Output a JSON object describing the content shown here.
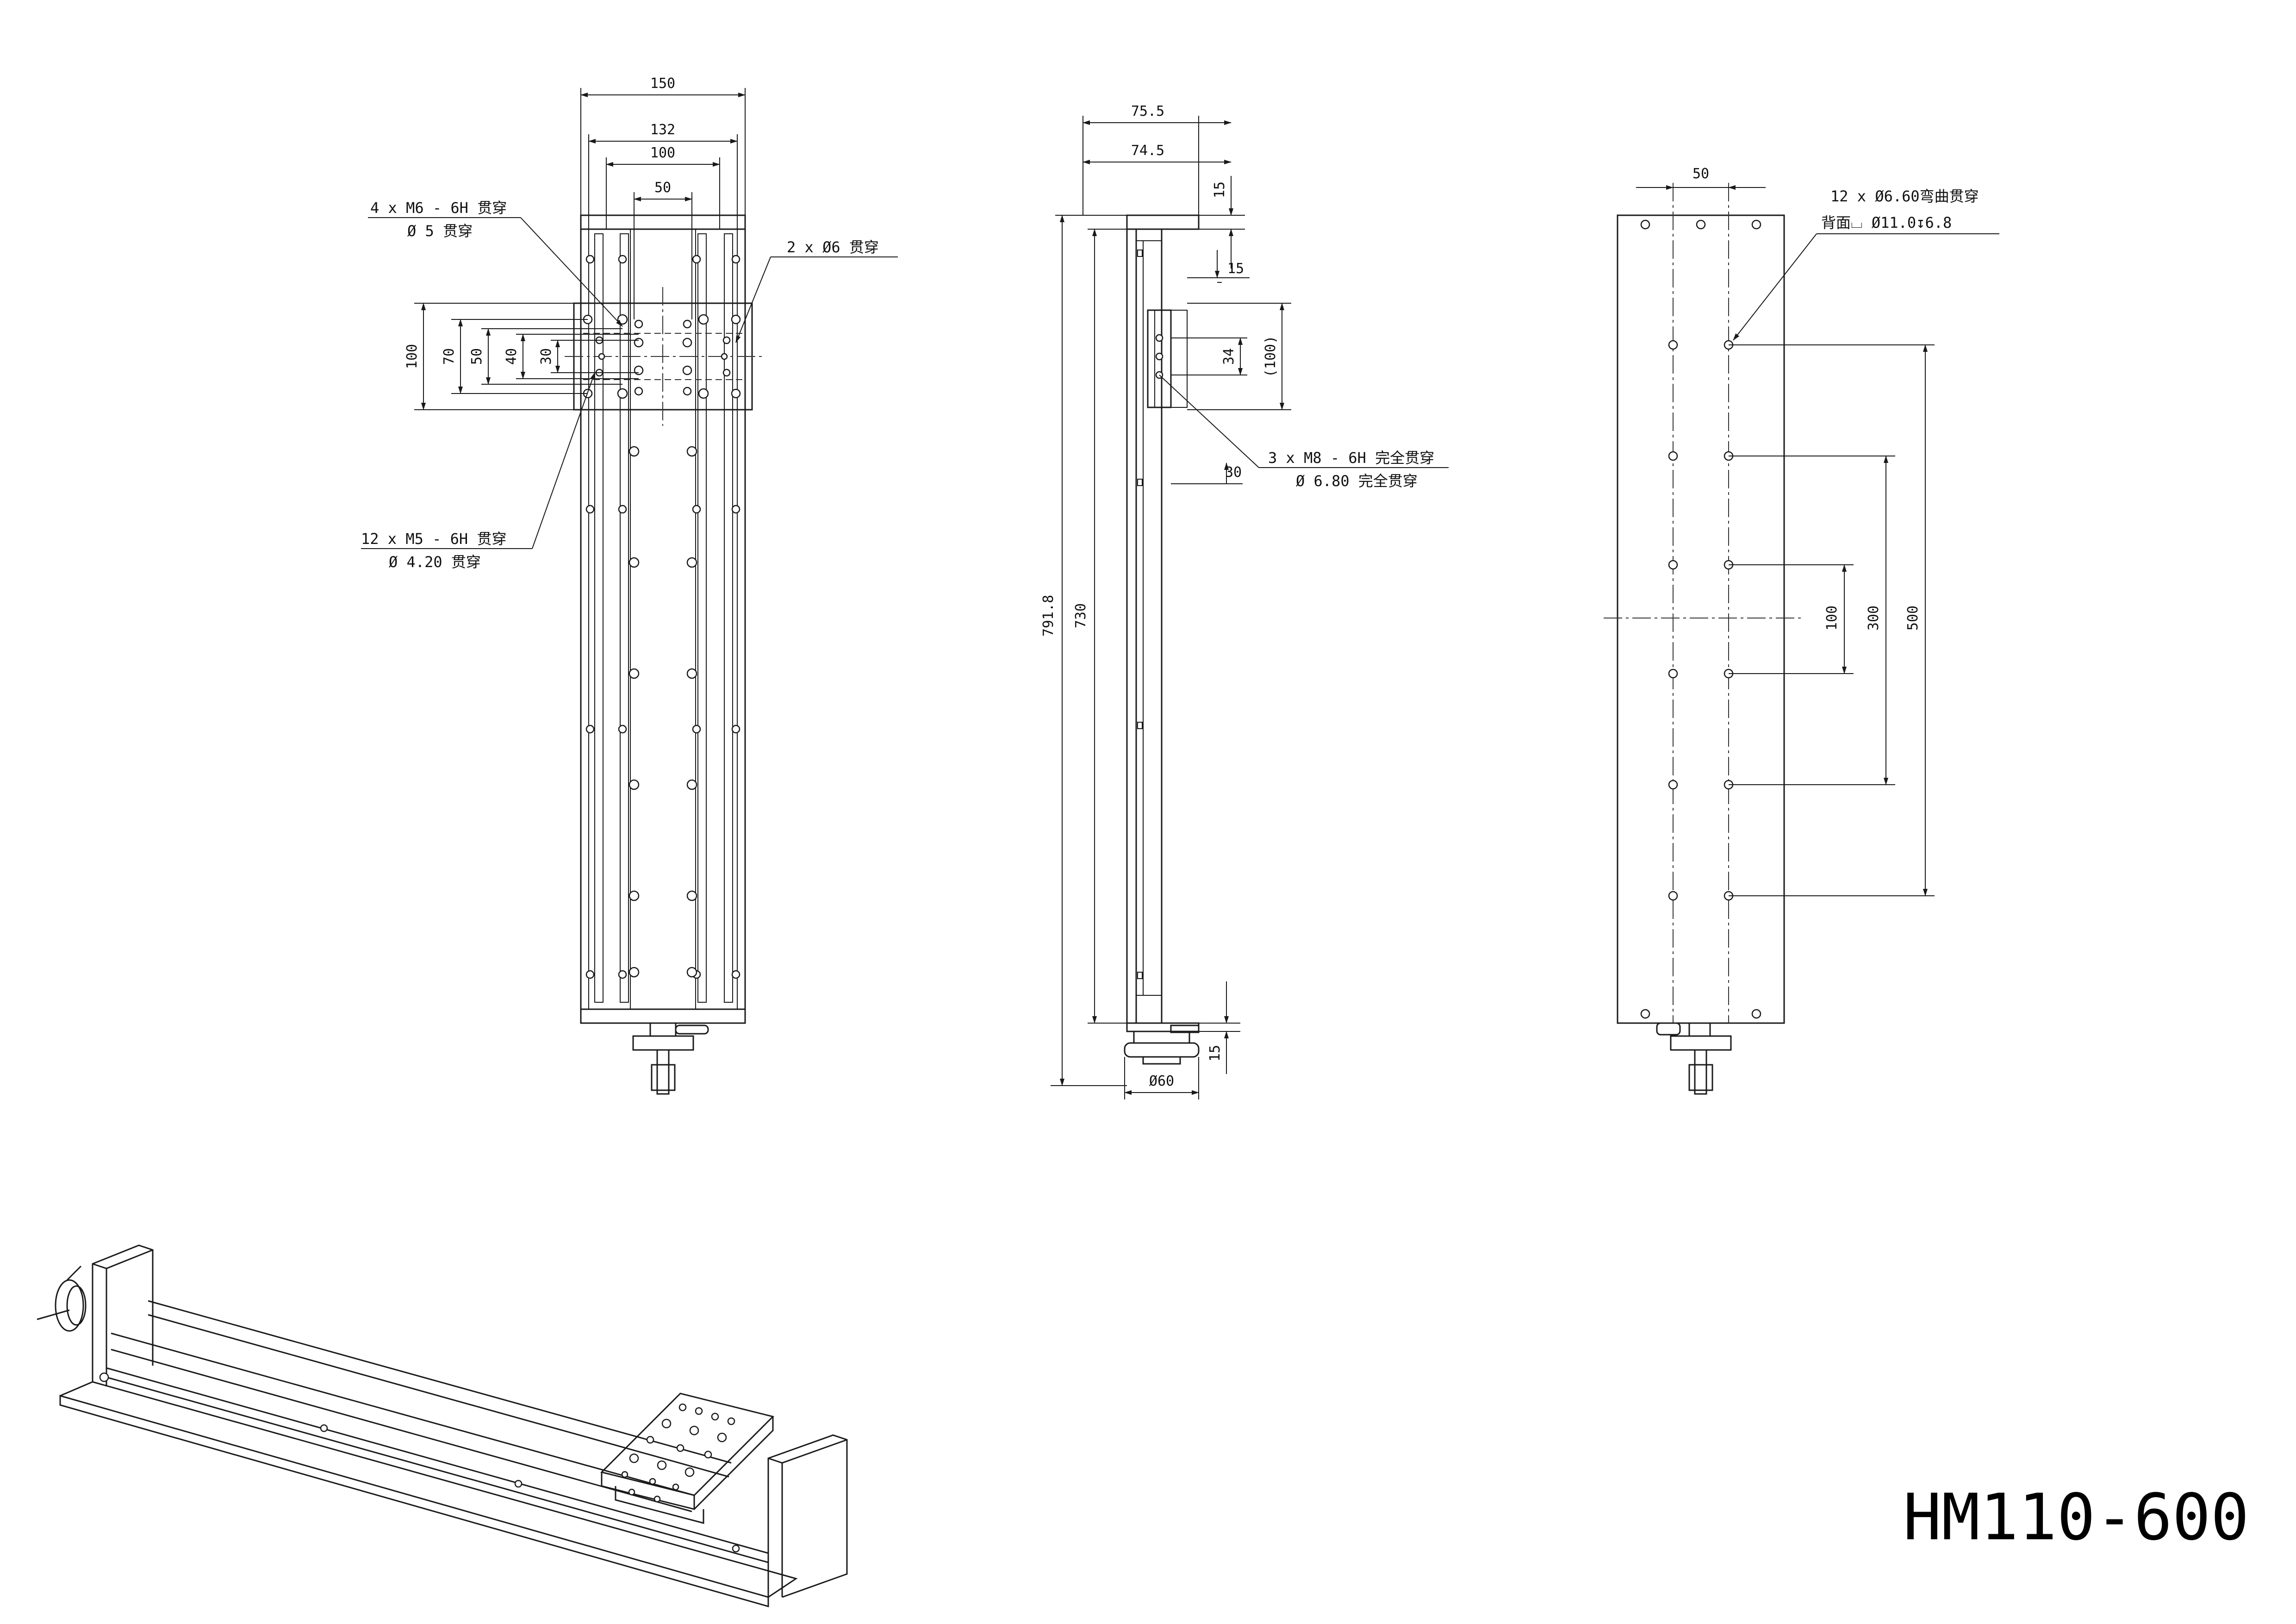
{
  "title": "HM110-600",
  "front_view": {
    "dims": {
      "w150": "150",
      "w132": "132",
      "w100": "100",
      "w50": "50",
      "h100": "100",
      "h70": "70",
      "h50": "50",
      "h40": "40",
      "h30": "30"
    },
    "notes": {
      "m6_line1": "4 x  M6 - 6H 贯穿",
      "m6_line2": "Ø 5 贯穿",
      "d6": "2 x Ø6 贯穿",
      "m5_line1": "12 x  M5 - 6H 贯穿",
      "m5_line2": "Ø 4.20 贯穿"
    }
  },
  "side_view": {
    "dims": {
      "w75_5": "75.5",
      "w74_5": "74.5",
      "t15a": "15",
      "t15b": "15",
      "h34": "34",
      "h100p": "(100)",
      "h30": "30",
      "L791": "791.8",
      "L730": "730",
      "b15": "15",
      "d60": "Ø60"
    },
    "notes": {
      "m8_line1": "3 x  M8 - 6H 完全贯穿",
      "m8_line2": "Ø 6.80 完全贯穿"
    }
  },
  "bottom_view": {
    "dims": {
      "w50": "50",
      "s100": "100",
      "s300": "300",
      "s500": "500"
    },
    "notes": {
      "line1": "12 x Ø6.60弯曲贯穿",
      "line2": "背面⌴ Ø11.0↧6.8"
    }
  }
}
